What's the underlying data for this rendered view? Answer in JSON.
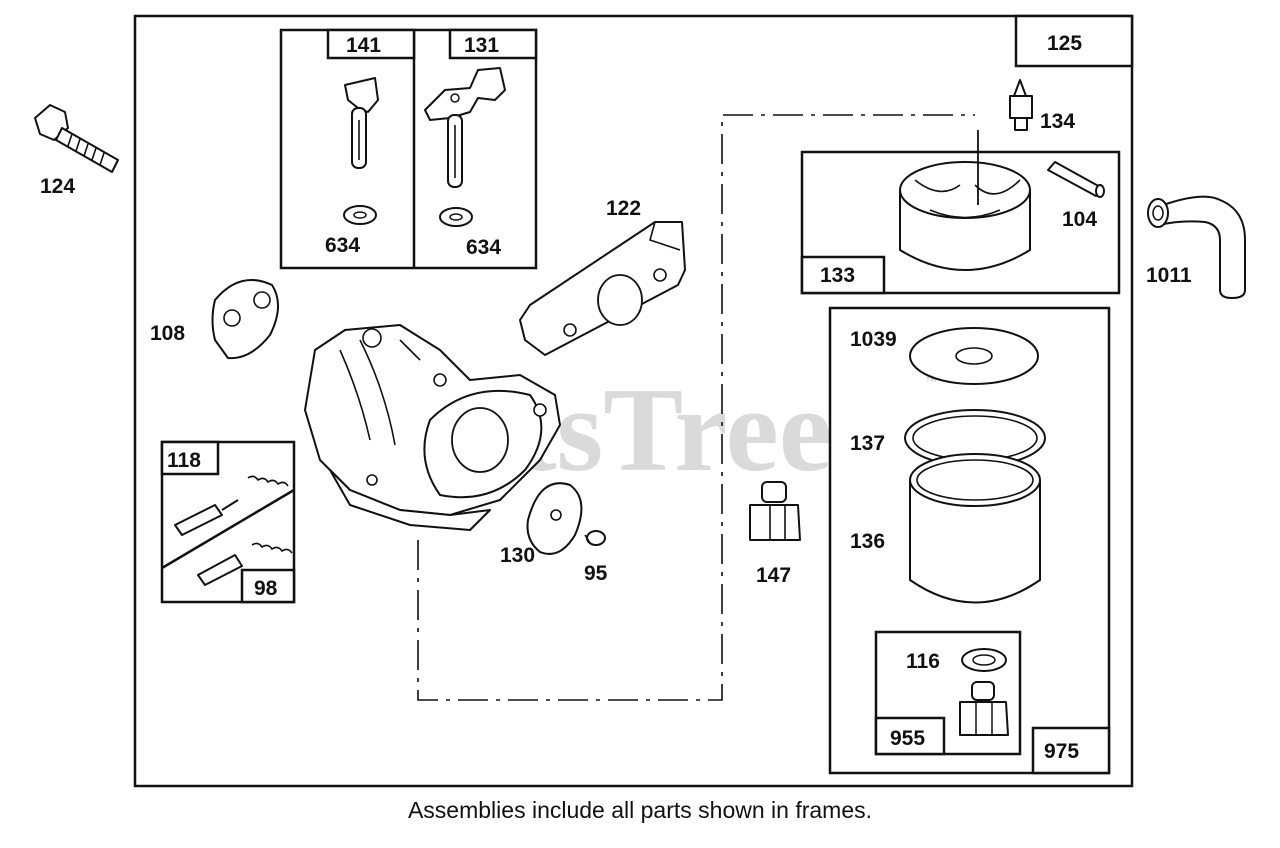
{
  "watermark": {
    "text": "PartsTree",
    "trademark": "™"
  },
  "caption": "Assemblies include all parts shown in frames.",
  "labels": {
    "p124": "124",
    "p141": "141",
    "p131": "131",
    "p634a": "634",
    "p634b": "634",
    "p125": "125",
    "p134": "134",
    "p133": "133",
    "p104": "104",
    "p1011": "1011",
    "p122": "122",
    "p108": "108",
    "p118": "118",
    "p98": "98",
    "p130": "130",
    "p95": "95",
    "p147": "147",
    "p1039": "1039",
    "p137": "137",
    "p136": "136",
    "p116": "116",
    "p955": "955",
    "p975": "975"
  }
}
